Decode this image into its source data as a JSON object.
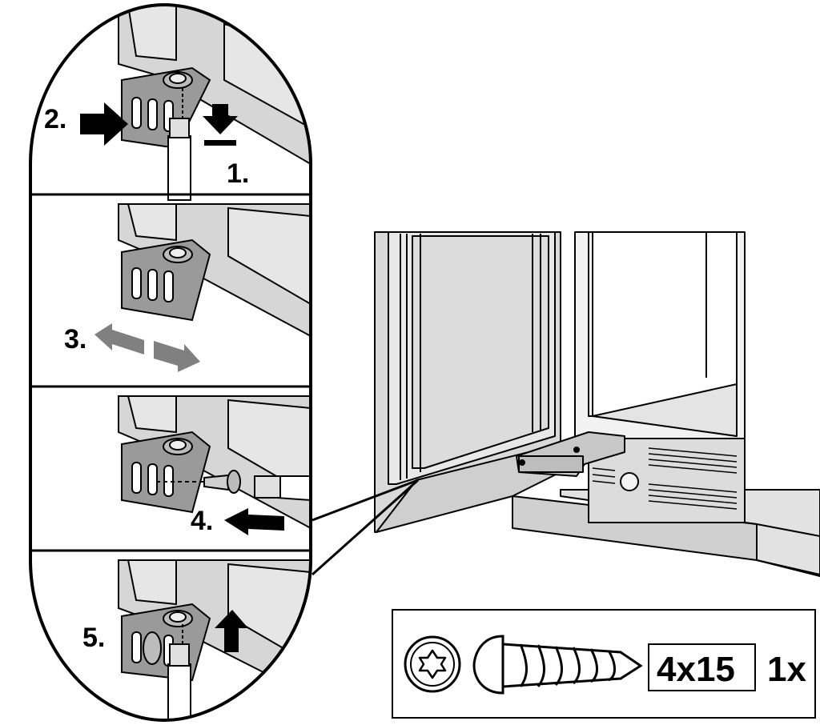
{
  "steps": [
    {
      "id": "step-1",
      "label": "1."
    },
    {
      "id": "step-2",
      "label": "2."
    },
    {
      "id": "step-3",
      "label": "3."
    },
    {
      "id": "step-4",
      "label": "4."
    },
    {
      "id": "step-5",
      "label": "5."
    }
  ],
  "screw_spec": {
    "size": "4x15",
    "quantity": "1x",
    "drive_icon": "torx-drive-icon",
    "screw_icon": "pan-head-screw-icon"
  },
  "colors": {
    "line": "#000000",
    "panel_gray": "#d6d6d6",
    "light_gray": "#e6e6e6",
    "bracket_gray": "#9a9a9a",
    "arrow_gray": "#808080"
  }
}
